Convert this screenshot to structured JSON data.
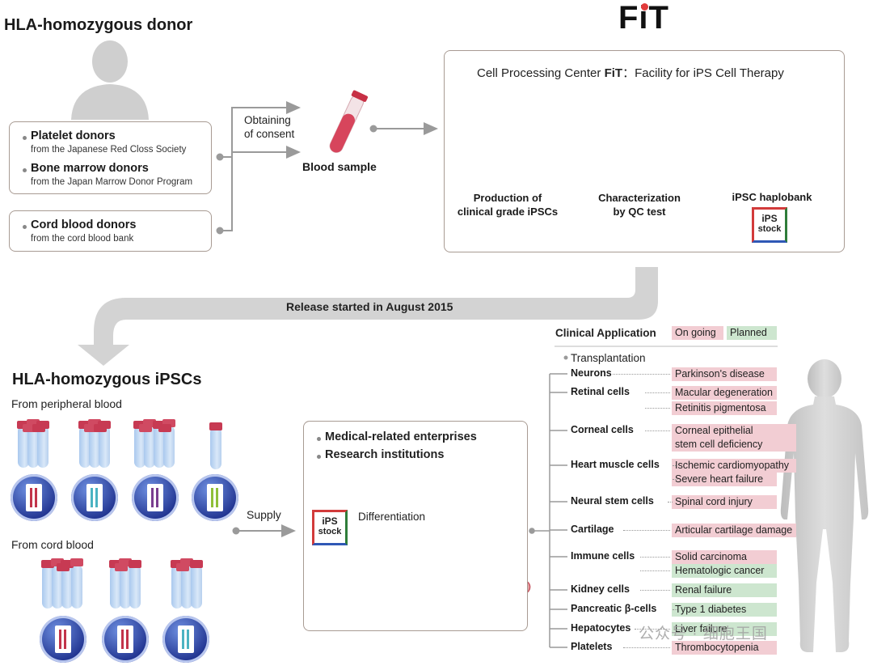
{
  "header": {
    "donor_title": "HLA-homozygous donor",
    "fit_logo": "FiT"
  },
  "donors": [
    {
      "name": "Platelet donors",
      "source": "from the Japanese Red Closs Society"
    },
    {
      "name": "Bone marrow donors",
      "source": "from the Japan Marrow Donor Program"
    },
    {
      "name": "Cord blood donors",
      "source": "from the cord blood bank"
    }
  ],
  "consent_label": "Obtaining\nof consent",
  "blood_sample_label": "Blood sample",
  "cpc": {
    "title_prefix": "Cell Processing Center ",
    "title_bold": "FiT",
    "title_suffix": "：Facility for iPS Cell Therapy",
    "steps": [
      {
        "label": "Production of\nclinical grade iPSCs"
      },
      {
        "label": "Characterization\nby QC test"
      },
      {
        "label": "iPSC haplobank"
      }
    ]
  },
  "logo": {
    "line1": "iPS",
    "line2": "stock"
  },
  "release_label": "Release started in August 2015",
  "ipsc": {
    "title": "HLA-homozygous iPSCs",
    "peripheral_label": "From peripheral blood",
    "cord_label": "From cord blood",
    "peripheral_stripe_colors": [
      "#c2344a",
      "#4bb3c2",
      "#7a3e8f",
      "#8fbf3a"
    ],
    "cord_stripe_colors": [
      "#c2344a",
      "#c2344a",
      "#4bb3c2"
    ]
  },
  "supply_label": "Supply",
  "enterprise_box": {
    "items": [
      "Medical-related enterprises",
      "Research institutions"
    ],
    "differentiation_label": "Differentiation"
  },
  "clinical": {
    "header": "Clinical Application",
    "legend_ongoing": "On going",
    "legend_planned": "Planned",
    "transplantation_label": "Transplantation",
    "colors": {
      "ongoing": "#f2cdd3",
      "planned": "#cde6cf"
    },
    "rows": [
      {
        "cell": "Neurons",
        "apps": [
          {
            "text": "Parkinson's disease",
            "status": "ongoing"
          }
        ]
      },
      {
        "cell": "Retinal cells",
        "apps": [
          {
            "text": "Macular degeneration",
            "status": "ongoing"
          },
          {
            "text": "Retinitis pigmentosa",
            "status": "ongoing"
          }
        ]
      },
      {
        "cell": "Corneal cells",
        "apps": [
          {
            "text": "Corneal epithelial\nstem cell deficiency",
            "status": "ongoing"
          }
        ]
      },
      {
        "cell": "Heart muscle cells",
        "apps": [
          {
            "text": "Ischemic cardiomyopathy",
            "status": "ongoing"
          },
          {
            "text": "Severe heart failure",
            "status": "ongoing"
          }
        ]
      },
      {
        "cell": "Neural stem cells",
        "apps": [
          {
            "text": "Spinal cord injury",
            "status": "ongoing"
          }
        ]
      },
      {
        "cell": "Cartilage",
        "apps": [
          {
            "text": "Articular cartilage damage",
            "status": "ongoing"
          }
        ]
      },
      {
        "cell": "Immune cells",
        "apps": [
          {
            "text": "Solid carcinoma",
            "status": "ongoing"
          },
          {
            "text": "Hematologic cancer",
            "status": "planned"
          }
        ]
      },
      {
        "cell": "Kidney cells",
        "apps": [
          {
            "text": "Renal failure",
            "status": "planned"
          }
        ]
      },
      {
        "cell": "Pancreatic β-cells",
        "apps": [
          {
            "text": "Type 1 diabetes",
            "status": "planned"
          }
        ]
      },
      {
        "cell": "Hepatocytes",
        "apps": [
          {
            "text": "Liver failure",
            "status": "planned"
          }
        ]
      },
      {
        "cell": "Platelets",
        "apps": [
          {
            "text": "Thrombocytopenia",
            "status": "ongoing"
          }
        ]
      }
    ]
  },
  "watermark": "公众号 · 细胞王国"
}
